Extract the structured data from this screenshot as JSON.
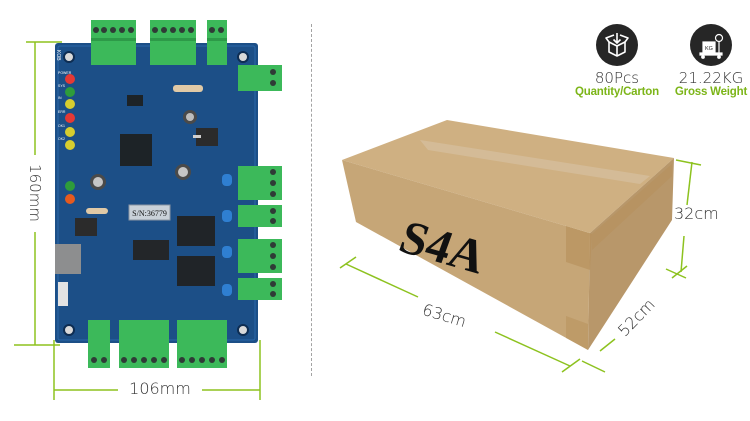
{
  "board": {
    "height_label": "160mm",
    "width_label": "106mm",
    "serial_label": "S/N:36779",
    "corner_label": "KOB",
    "led_labels": [
      "POWER",
      "SYS",
      "IN",
      "ERR",
      "OK1",
      "OK2"
    ],
    "led_colors": [
      "#e53935",
      "#2e9c3b",
      "#d6cd2f",
      "#e53935",
      "#d6cd2f",
      "#d6cd2f",
      "#2e9c3b",
      "#e65a1e"
    ]
  },
  "carton": {
    "print_label": "S4A",
    "length_label": "63cm",
    "width_label": "52cm",
    "height_label": "32cm"
  },
  "specs": [
    {
      "icon": "box-download-icon",
      "value": "80Pcs",
      "label": "Quantity/Carton"
    },
    {
      "icon": "weighing-scale-icon",
      "value": "21.22KG",
      "label": "Gross Weight",
      "scale_text": "KG"
    }
  ],
  "colors": {
    "accent_green": "#8dc21f",
    "pcb_blue": "#1c4f87",
    "terminal_green": "#3cb95a",
    "cardboard": "#c6a677"
  }
}
